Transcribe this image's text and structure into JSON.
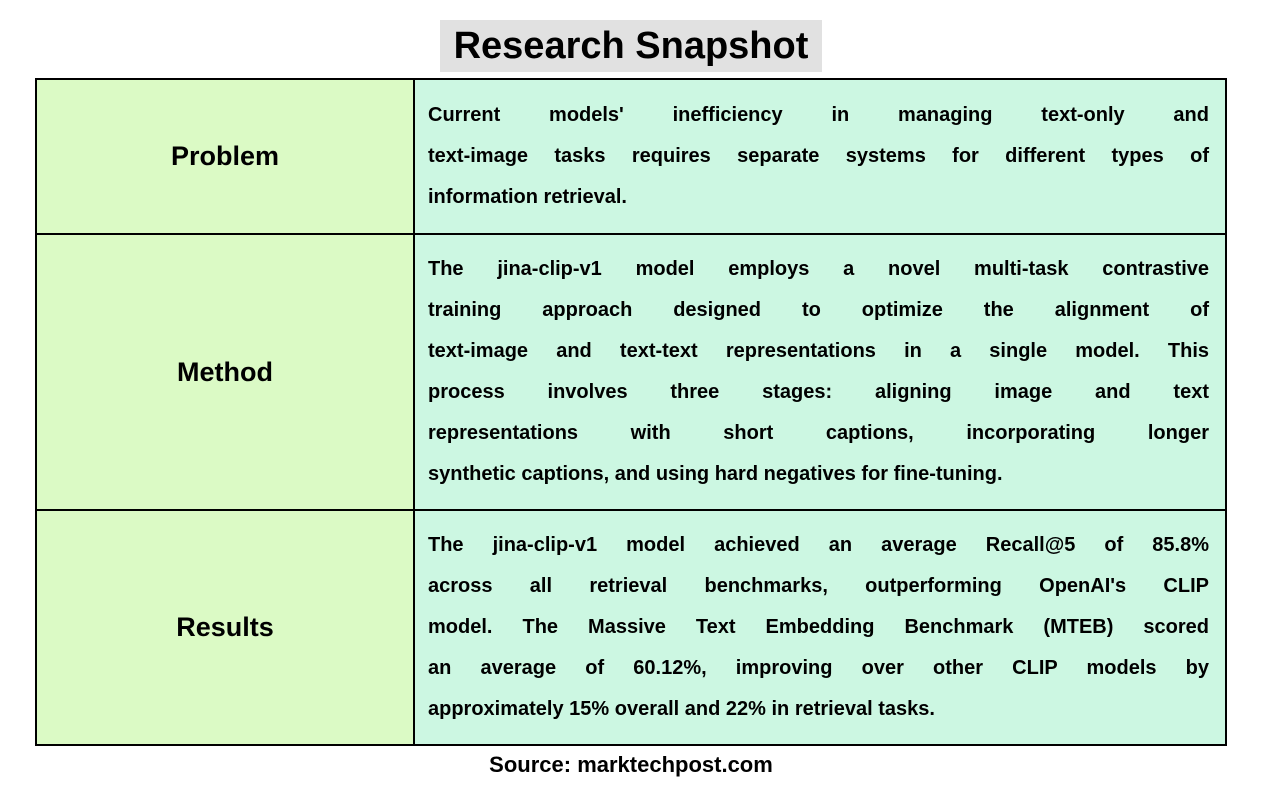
{
  "title": "Research Snapshot",
  "source": "Source: marktechpost.com",
  "colors": {
    "label_cell_bg": "#dbfac5",
    "content_cell_bg": "#ccf7e2",
    "title_highlight_bg": "#e1e1e1",
    "border": "#000000",
    "text": "#000000"
  },
  "table": {
    "rows": [
      {
        "label": "Problem",
        "lines": [
          "Current models' inefficiency in managing text-only and",
          "text-image tasks requires separate systems for different types of",
          "information retrieval."
        ]
      },
      {
        "label": "Method",
        "lines": [
          "The jina-clip-v1 model employs a novel multi-task contrastive",
          "training approach designed to optimize the alignment of",
          "text-image and text-text representations in a single model. This",
          "process involves three stages: aligning image and text",
          "representations with short captions, incorporating longer",
          "synthetic captions, and using hard negatives for fine-tuning."
        ]
      },
      {
        "label": "Results",
        "lines": [
          "The jina-clip-v1 model achieved an average Recall@5 of 85.8%",
          "across all retrieval benchmarks, outperforming OpenAI's CLIP",
          "model. The Massive Text Embedding Benchmark (MTEB) scored",
          "an average of 60.12%, improving over other CLIP models by",
          "approximately 15% overall and 22% in retrieval tasks."
        ]
      }
    ]
  }
}
